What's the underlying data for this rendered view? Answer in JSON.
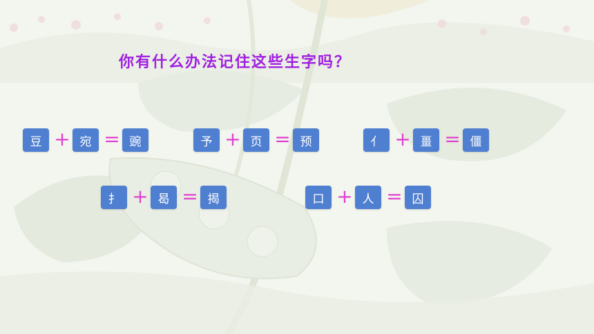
{
  "slide": {
    "question": "你有什么办法记住这些生字吗？",
    "plus_sign": "+",
    "equals_sign": "=",
    "equations": [
      {
        "a": "豆",
        "b": "宛",
        "result": "豌"
      },
      {
        "a": "予",
        "b": "页",
        "result": "预"
      },
      {
        "a": "亻",
        "b": "畺",
        "result": "僵"
      },
      {
        "a": "扌",
        "b": "曷",
        "result": "揭"
      },
      {
        "a": "口",
        "b": "人",
        "result": "囚"
      }
    ],
    "colors": {
      "title": "#a020e0",
      "tile": "#4f7fd0",
      "operator": "#e040d0"
    }
  }
}
